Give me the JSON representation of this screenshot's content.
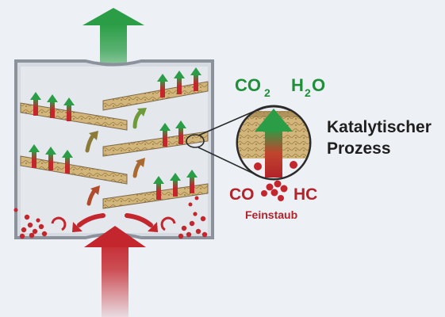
{
  "labels": {
    "co2_main": "CO",
    "co2_sub": "2",
    "h2o_main_h": "H",
    "h2o_sub": "2",
    "h2o_main_o": "O",
    "process_line1": "Katalytischer",
    "process_line2": "Prozess",
    "co": "CO",
    "hc": "HC",
    "fine_dust": "Feinstaub"
  },
  "colors": {
    "background": "#edf0f5",
    "housing": "#c9ced6",
    "housing_border": "#8b929c",
    "green": "#2a9d46",
    "red": "#c3262c",
    "catalyst_bed": "#c9a86a",
    "text_green": "#1f8f3a",
    "text_red": "#b3232a",
    "text_dark": "#1f1f1f"
  },
  "icons": [
    "green-arrow-up-icon",
    "red-arrow-up-icon",
    "swirl-arrow-icon",
    "particle-dot-icon",
    "magnifier-circle-icon"
  ]
}
